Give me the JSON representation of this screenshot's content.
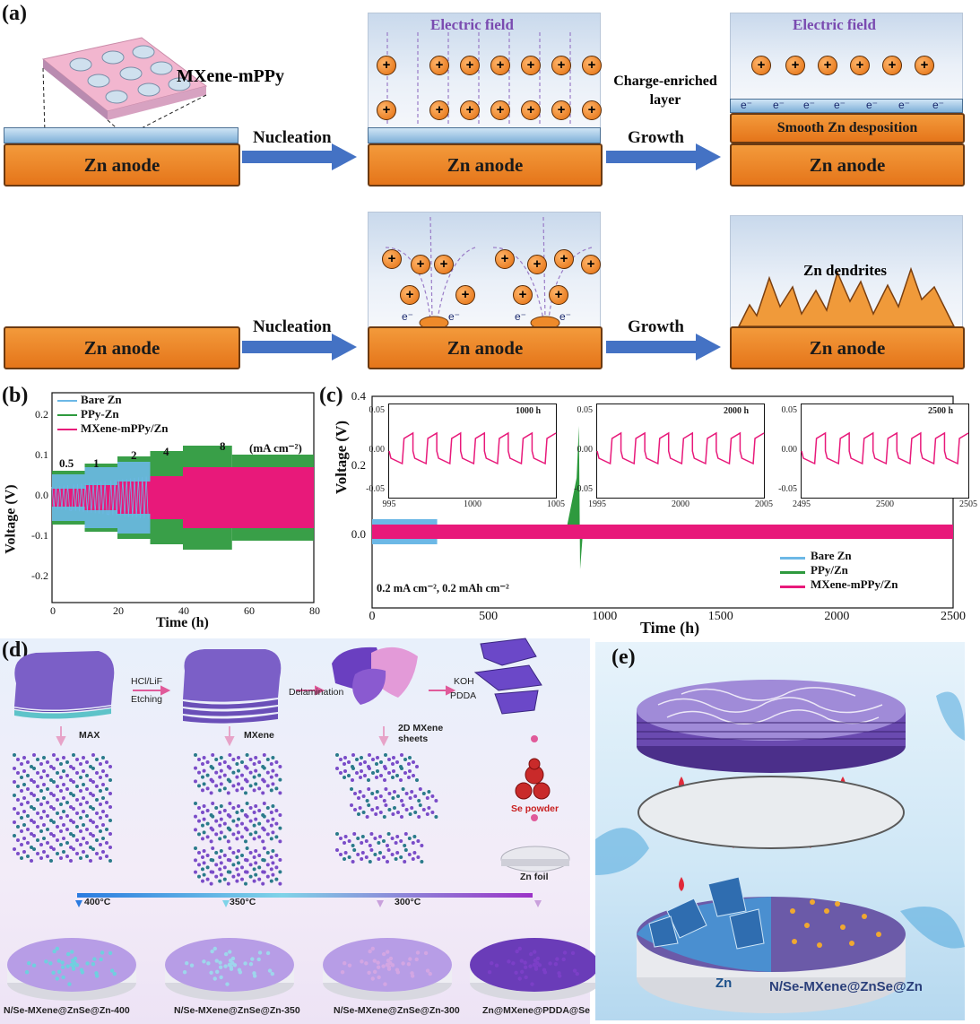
{
  "panel_a": {
    "label": "(a)",
    "mxene_label": "MXene-mPPy",
    "anode_label": "Zn anode",
    "nucleation": "Nucleation",
    "growth": "Growth",
    "electric_field": "Electric field",
    "charge_layer": "Charge-enriched\nlayer",
    "smooth": "Smooth Zn desposition",
    "dendrites": "Zn dendrites",
    "electron": "e⁻",
    "ion": "+"
  },
  "panel_b": {
    "label": "(b)",
    "ylabel": "Voltage (V)",
    "xlabel": "Time (h)",
    "legend": [
      "Bare Zn",
      "PPy-Zn",
      "MXene-mPPy/Zn"
    ],
    "unit": "(mA cm⁻²)",
    "rate_labels": [
      "0.5",
      "1",
      "2",
      "4",
      "8"
    ],
    "yticks": [
      "0.2",
      "0.1",
      "0.0",
      "-0.1",
      "-0.2"
    ],
    "xticks": [
      "0",
      "20",
      "40",
      "60",
      "80"
    ]
  },
  "panel_c": {
    "label": "(c)",
    "ylabel": "Voltage (V)",
    "xlabel": "Time (h)",
    "legend": [
      "Bare Zn",
      "PPy/Zn",
      "MXene-mPPy/Zn"
    ],
    "condition": "0.2 mA cm⁻², 0.2 mAh cm⁻²",
    "yticks": [
      "0.4",
      "0.2",
      "0.0"
    ],
    "xticks": [
      "0",
      "500",
      "1000",
      "1500",
      "2000",
      "2500"
    ],
    "insets": [
      {
        "title": "1000 h",
        "xticks": [
          "995",
          "1000",
          "1005"
        ],
        "yticks": [
          "0.05",
          "0.00",
          "-0.05"
        ]
      },
      {
        "title": "2000 h",
        "xticks": [
          "1995",
          "2000",
          "2005"
        ],
        "yticks": [
          "0.05",
          "0.00",
          "-0.05"
        ]
      },
      {
        "title": "2500 h",
        "xticks": [
          "2495",
          "2500",
          "2505"
        ],
        "yticks": [
          "0.05",
          "0.00",
          "-0.05"
        ]
      }
    ]
  },
  "panel_d": {
    "label": "(d)",
    "steps": [
      "HCl/LiF",
      "Etching",
      "Delamination",
      "KOH",
      "PDDA"
    ],
    "materials": [
      "MAX",
      "MXene",
      "2D MXene\nsheets",
      "Se powder",
      "Zn foil"
    ],
    "temps": [
      "400°C",
      "350°C",
      "300°C"
    ],
    "products": [
      "N/Se-MXene@ZnSe@Zn-400",
      "N/Se-MXene@ZnSe@Zn-350",
      "N/Se-MXene@ZnSe@Zn-300",
      "Zn@MXene@PDDA@Se"
    ]
  },
  "panel_e": {
    "label": "(e)",
    "left": "Zn",
    "right": "N/Se-MXene@ZnSe@Zn"
  },
  "colors": {
    "bare": "#6cb8e6",
    "ppy": "#2e9a3e",
    "mxene": "#e8197a",
    "anode": "#ee8a2a"
  }
}
